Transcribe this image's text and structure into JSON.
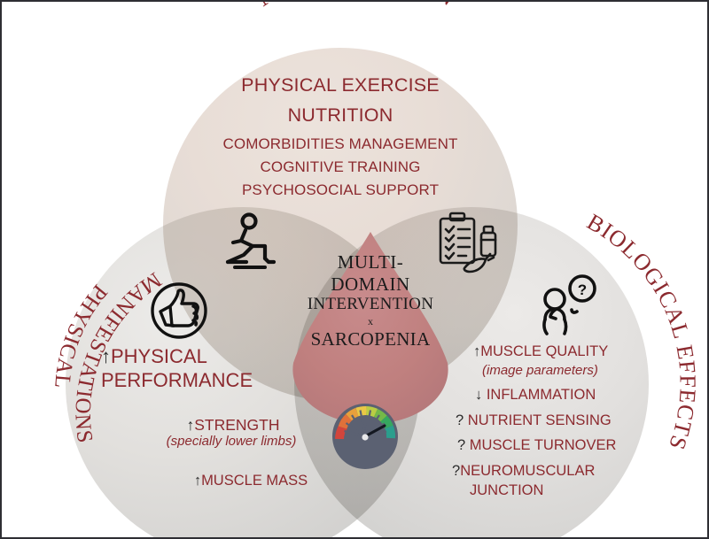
{
  "figure": {
    "type": "venn-diagram",
    "title_outer_labels": {
      "top": "MULTIDOMAIN",
      "left_line1": "PHYSICAL",
      "left_line2": "MANIFESTATIONS",
      "right": "BIOLOGICAL EFFECTS"
    },
    "center": {
      "line1": "MULTI-",
      "line2": "DOMAIN",
      "line3": "INTERVENTION",
      "line4": "x",
      "line5": "SARCOPENIA"
    },
    "top_circle": {
      "headline1": "PHYSICAL EXERCISE",
      "headline2": "NUTRITION",
      "items": [
        "COMORBIDITIES MANAGEMENT",
        "COGNITIVE TRAINING",
        "PSYCHOSOCIAL SUPPORT"
      ]
    },
    "left_circle": {
      "heading_mark": "↑",
      "heading_line1": "PHYSICAL",
      "heading_line2": "PERFORMANCE",
      "items": [
        {
          "mark": "↑",
          "label": "STRENGTH",
          "note": "(specially lower limbs)"
        },
        {
          "mark": "↑",
          "label": "MUSCLE MASS",
          "note": ""
        }
      ]
    },
    "right_circle": {
      "items": [
        {
          "mark": "↑",
          "label": "MUSCLE QUALITY",
          "note": "(image parameters)"
        },
        {
          "mark": "↓",
          "label": "INFLAMMATION",
          "note": ""
        },
        {
          "mark": "?",
          "label": "NUTRIENT SENSING",
          "note": ""
        },
        {
          "mark": "?",
          "label": "MUSCLE TURNOVER",
          "note": ""
        },
        {
          "mark": "?",
          "label": "NEUROMUSCULAR",
          "label2": "JUNCTION",
          "note": ""
        }
      ]
    },
    "icons": [
      {
        "name": "exercise-lunge-icon",
        "meaning": "physical exercise"
      },
      {
        "name": "nutrition-clipboard-icon",
        "meaning": "nutrition checklist, supplement bottle, carrot"
      },
      {
        "name": "thumbs-up-icon",
        "meaning": "positive physical outcome"
      },
      {
        "name": "thinking-person-question-icon",
        "meaning": "uncertain biological mechanism"
      },
      {
        "name": "gauge-meter-icon",
        "meaning": "performance gauge"
      }
    ],
    "colors": {
      "text_maroon": "#8c2a2f",
      "center_petal": "#c0807f",
      "circle_grey": "#ddd9d5",
      "circle_beige": "#e9e0d8",
      "mark_dark": "#2b2b2b",
      "border": "#2e2e33",
      "gauge_segments": [
        "#d2453c",
        "#e0713a",
        "#e8a03c",
        "#e9c846",
        "#e5db49",
        "#b9cd44",
        "#74b948",
        "#36a75f",
        "#2b9e8d"
      ]
    }
  }
}
